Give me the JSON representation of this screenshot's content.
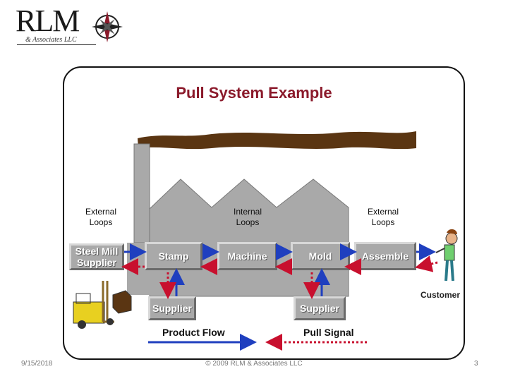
{
  "logo": {
    "main": "RLM",
    "sub": "& Associates LLC"
  },
  "title": "Pull System Example",
  "loops": {
    "external_left": "External\nLoops",
    "internal": "Internal\nLoops",
    "external_right": "External\nLoops"
  },
  "boxes": {
    "steel_mill": "Steel Mill\nSupplier",
    "stamp": "Stamp",
    "machine": "Machine",
    "mold": "Mold",
    "assemble": "Assemble",
    "supplier_left": "Supplier",
    "supplier_right": "Supplier"
  },
  "customer": "Customer",
  "legend": {
    "product_flow": "Product Flow",
    "pull_signal": "Pull Signal"
  },
  "footer": {
    "date": "9/15/2018",
    "copyright": "© 2009 RLM & Associates LLC",
    "page": "3"
  },
  "colors": {
    "title": "#8b1a2b",
    "product_flow": "#1f3fbf",
    "pull_signal": "#c8102e",
    "box": "#a9a9a9"
  }
}
